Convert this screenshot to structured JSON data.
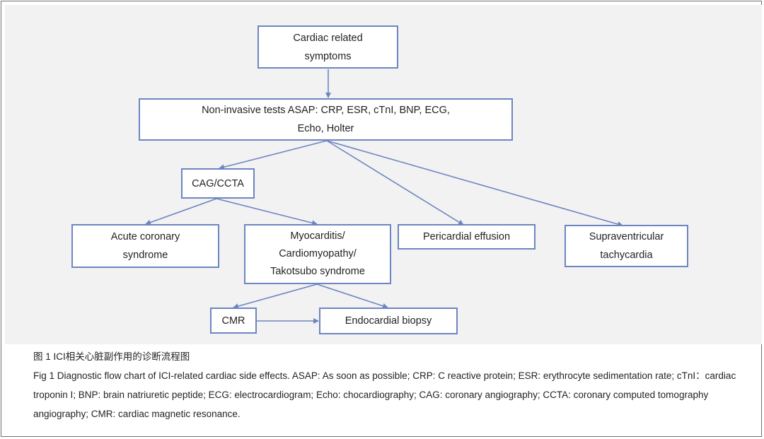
{
  "nodes": {
    "cardiac_symptoms": "Cardiac related\nsymptoms",
    "noninvasive_tests": "Non-invasive tests ASAP: CRP, ESR, cTnI, BNP, ECG,\nEcho, Holter",
    "cag_ccta": "CAG/CCTA",
    "acute_coronary": "Acute coronary\nsyndrome",
    "myocarditis": "Myocarditis/\nCardiomyopathy/\nTakotsubo syndrome",
    "pericardial": "Pericardial effusion",
    "svt": "Supraventricular\ntachycardia",
    "cmr": "CMR",
    "biopsy": "Endocardial biopsy"
  },
  "caption": {
    "chinese": "图 1  ICI相关心脏副作用的诊断流程图",
    "english": "Fig 1  Diagnostic flow chart of ICI-related cardiac side effects. ASAP: As soon as possible; CRP: C reactive protein; ESR: erythrocyte sedimentation rate; cTnI：cardiac troponin I; BNP: brain natriuretic peptide; ECG: electrocardiogram; Echo: chocardiography; CAG: coronary angiography; CCTA: coronary computed tomography angiography; CMR: cardiac magnetic resonance."
  },
  "colors": {
    "node_border": "#6e85c2",
    "connector": "#6e85c2",
    "diagram_background": "#f2f2f2"
  }
}
